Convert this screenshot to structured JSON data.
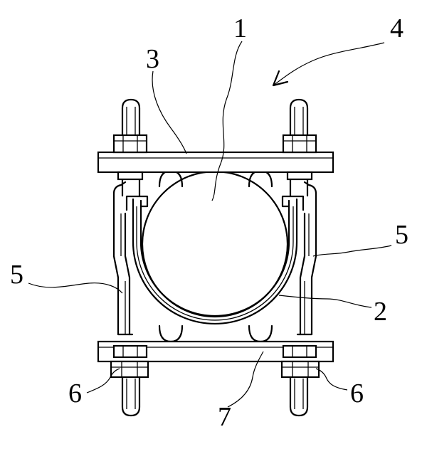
{
  "labels": {
    "pipe": "1",
    "u_bolt": "2",
    "upper_plate": "3",
    "assembly": "4",
    "side_strap_right": "5",
    "side_strap_left": "5",
    "nut_left": "6",
    "nut_right": "6",
    "lower_plate": "7"
  }
}
